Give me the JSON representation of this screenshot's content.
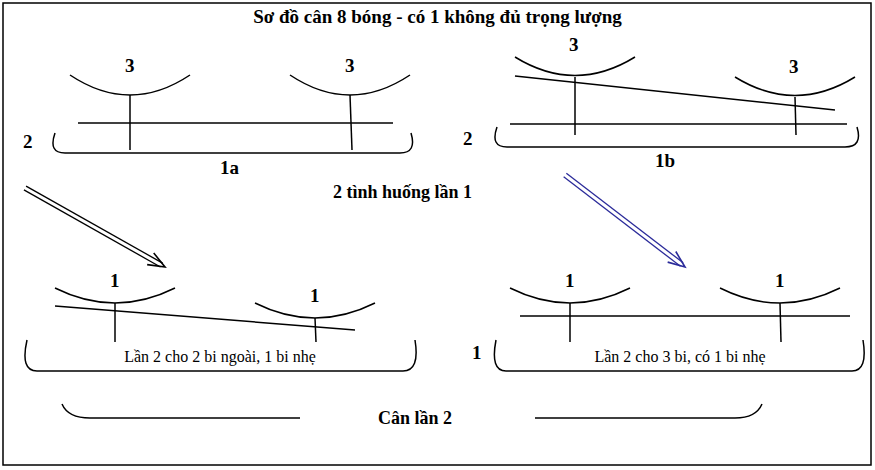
{
  "diagram": {
    "title": "Sơ đồ cân 8 bóng - có 1 không đủ trọng lượng",
    "nodes": [
      {
        "text": [
          "3",
          "3",
          "2",
          "1a"
        ]
      },
      {
        "text": [
          "3",
          "3",
          "2",
          "1b"
        ]
      },
      {
        "text": [
          "1",
          "1",
          "Lần 2 cho 2 bi ngoài, 1 bi nhẹ"
        ]
      },
      {
        "text": [
          "1",
          "1",
          "1",
          "Lần 2 cho 3 bi, có 1 bi nhẹ"
        ]
      }
    ],
    "edges": [
      {
        "from": 0,
        "to": 2,
        "arrow": "to"
      },
      {
        "from": 1,
        "to": 3,
        "arrow": "to"
      }
    ],
    "labels": [
      "2 tình huống lần 1",
      "Cân lần 2"
    ]
  }
}
